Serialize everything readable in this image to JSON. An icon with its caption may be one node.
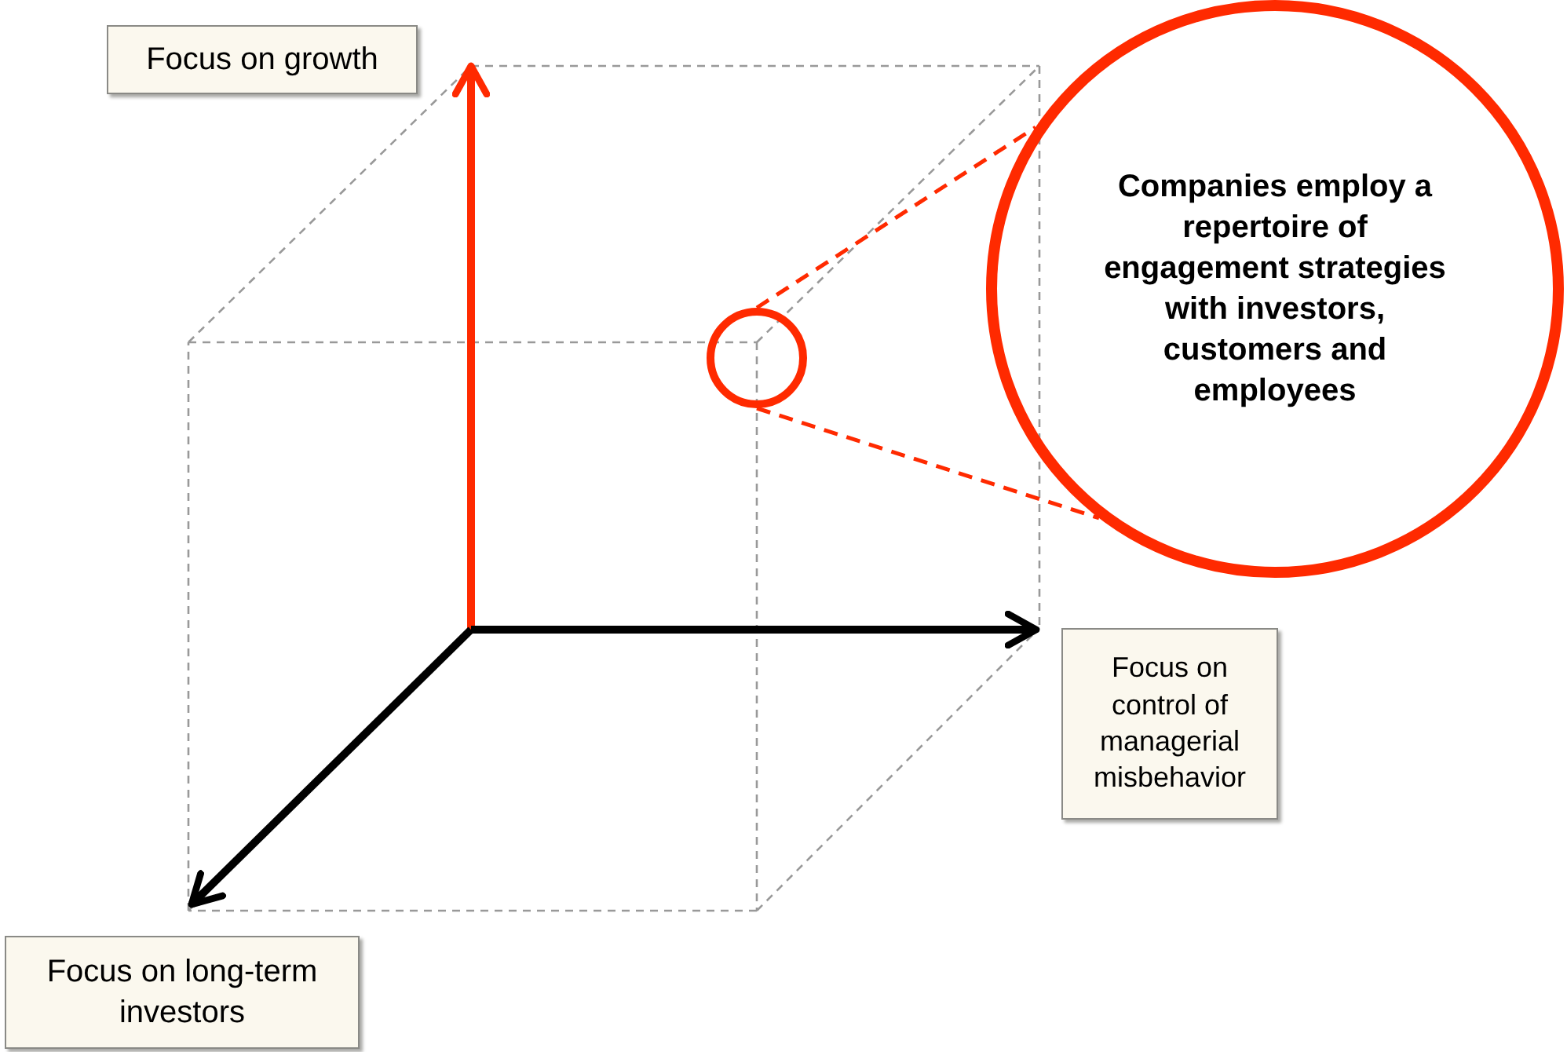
{
  "diagram": {
    "nodes": [
      {
        "text": [
          "Focus on growth"
        ]
      },
      {
        "text": [
          "Companies employ a repertoire of engagement strategies with investors, customers and employees"
        ]
      },
      {
        "text": [],
        "shape": "circle"
      },
      {
        "text": [
          "Focus on control of managerial misbehavior"
        ]
      },
      {
        "text": [
          "Focus on long-term investors"
        ]
      }
    ],
    "edges": [
      {
        "from": 2,
        "to": 1,
        "arrow": "none",
        "style": "dashed"
      },
      {
        "from": 2,
        "to": 1,
        "arrow": "none",
        "style": "dashed"
      }
    ]
  }
}
